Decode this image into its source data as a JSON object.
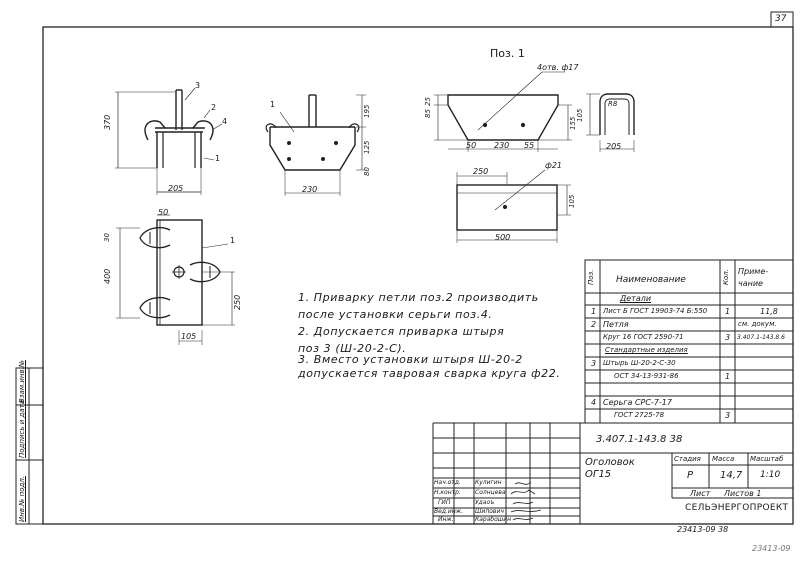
{
  "sheet": {
    "page_number": "37",
    "position_label": "Поз. 1"
  },
  "dimensions": {
    "front_height": "370",
    "front_width": "205",
    "side_width": "230",
    "side_h1": "195",
    "side_h2": "125",
    "side_h3": "80",
    "plan_50": "50",
    "plan_30": "30",
    "plan_400": "400",
    "plan_250": "250",
    "plan_105": "105",
    "part1_85": "85",
    "part1_25": "25",
    "part1_50": "50",
    "part1_230": "230",
    "part1_55": "55",
    "part1_155": "155",
    "part1_hole": "4отв. ф17",
    "part2_r": "R8",
    "part2_105": "105",
    "part2_205": "205",
    "part1b_250": "250",
    "part1b_500": "500",
    "part1b_105": "105",
    "part1b_hole": "ф21"
  },
  "leaders": {
    "l1": "1",
    "l2": "2",
    "l3": "3",
    "l4": "4"
  },
  "notes": [
    "1. Приварку петли поз.2 производить",
    "после установки серьги поз.4.",
    "2. Допускается приварка штыря",
    "поз 3 (Ш-20-2-С).",
    "3. Вместо установки штыря Ш-20-2",
    "допускается тавровая сварка круга ф22."
  ],
  "spec": {
    "headers": {
      "pos": "Поз.",
      "name": "Наименование",
      "qty": "Кол.",
      "note": "Приме- чание"
    },
    "section_details": "Детали",
    "section_standard": "Стандартные изделия",
    "rows": [
      {
        "pos": "1",
        "name": "Лист Б ГОСТ 19903-74 Б:550",
        "qty": "1",
        "note": "11,8"
      },
      {
        "pos": "2",
        "name": "Петля",
        "qty": "",
        "note": "см. докум."
      },
      {
        "pos": "",
        "name": "Круг 16 ГОСТ 2590-71",
        "qty": "3",
        "note": "3.407.1-143.8.6"
      },
      {
        "pos": "3",
        "name": "Штырь Ш-20-2-С-30",
        "qty": "",
        "note": ""
      },
      {
        "pos": "",
        "name": "ОСТ 34-13-931-86",
        "qty": "1",
        "note": ""
      },
      {
        "pos": "4",
        "name": "Серьга СРС-7-17",
        "qty": "",
        "note": ""
      },
      {
        "pos": "",
        "name": "ГОСТ 2725-78",
        "qty": "3",
        "note": ""
      }
    ]
  },
  "title_block": {
    "doc_number": "3.407.1-143.8 38",
    "product_name": "Оголовок",
    "product_code": "ОГ15",
    "stage_label": "Стадия",
    "mass_label": "Масса",
    "scale_label": "Масштаб",
    "stage": "Р",
    "mass": "14,7",
    "scale": "1:10",
    "sheet_label": "Лист",
    "sheets_label": "Листов 1",
    "org": "СЕЛЬЭНЕРГОПРОЕКТ",
    "signatures": [
      {
        "role": "Нач.отд.",
        "name": "Кулигин"
      },
      {
        "role": "Н.контр.",
        "name": "Солнцева"
      },
      {
        "role": "ГИП",
        "name": "Удаоъ"
      },
      {
        "role": "Вед.инж.",
        "name": "Шипович"
      },
      {
        "role": "Инж.",
        "name": "Карабошин"
      }
    ],
    "footer": "23413-09 38",
    "stamp": "23413-09"
  },
  "side_stamp": {
    "inv_orig": "Инв.№ подл.",
    "sign_date": "Подпись и дата",
    "inv_new": "Взам.инв.№"
  }
}
